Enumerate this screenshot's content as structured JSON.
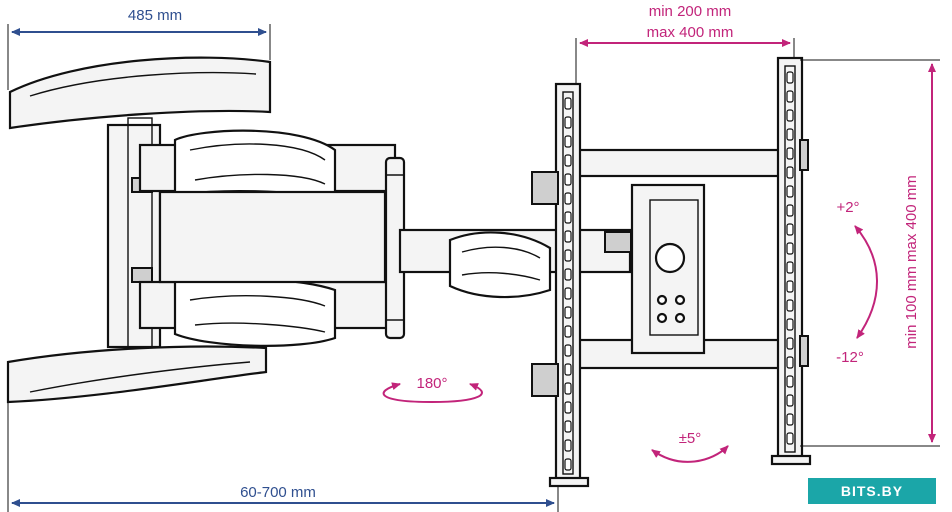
{
  "dimensions": {
    "arm_width": "485 mm",
    "horizontal_min": "min 200 mm",
    "horizontal_max": "max 400 mm",
    "vertical": "min 100 mm max 400 mm",
    "extension": "60-700 mm"
  },
  "angles": {
    "tilt_up": "+2°",
    "tilt_down": "-12°",
    "swivel": "180°",
    "level": "±5°"
  },
  "watermark": "BITS.BY",
  "colors": {
    "blue": "#2f4f8f",
    "pink": "#c2247a",
    "line": "#111111",
    "watermark_bg": "#1ba6a8"
  }
}
